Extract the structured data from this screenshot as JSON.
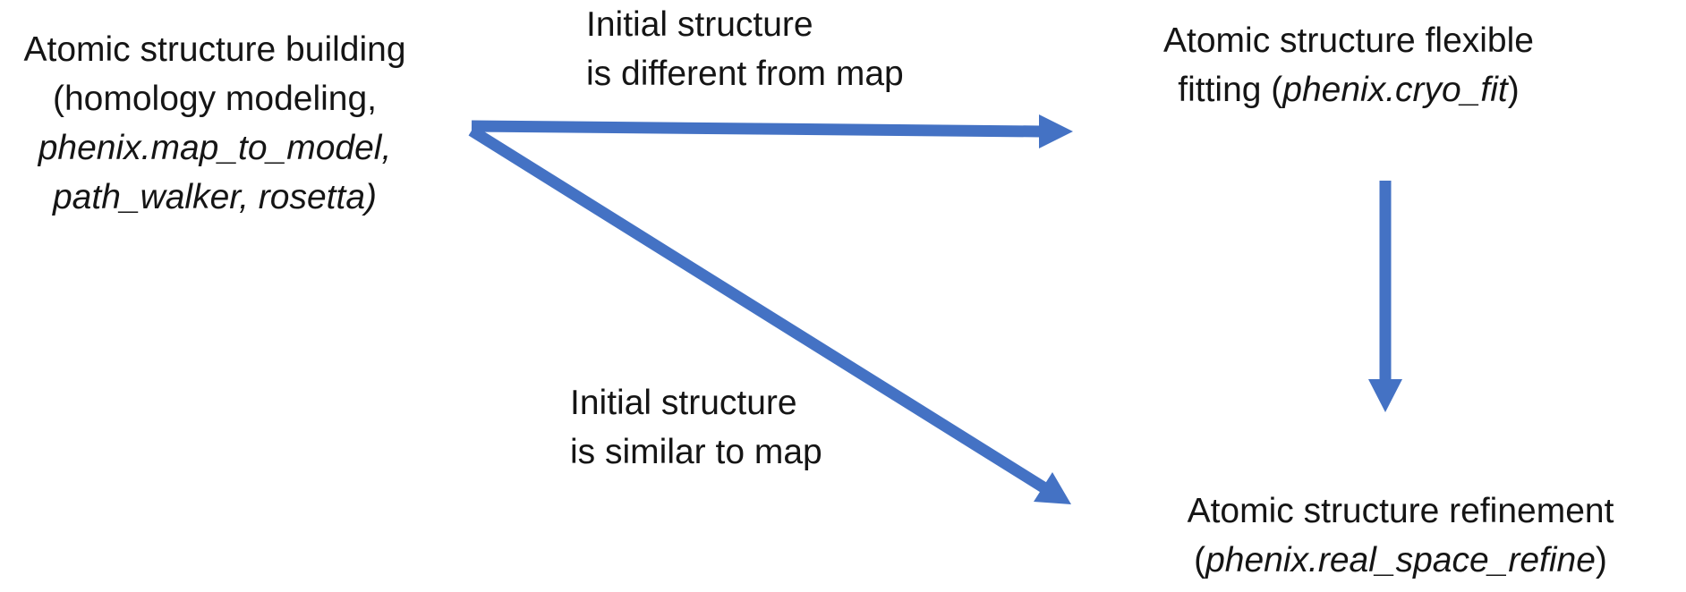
{
  "colors": {
    "arrow": "#4472C4",
    "text": "#151515",
    "background": "#FFFFFF"
  },
  "nodes": {
    "building": {
      "line1": "Atomic structure building",
      "line2": "(homology modeling,",
      "line3_italic": "phenix.map_to_model,",
      "line4_italic": "path_walker, rosetta)"
    },
    "flexible_fitting": {
      "line1": "Atomic structure flexible",
      "line2_prefix": "fitting (",
      "line2_italic": "phenix.cryo_fit",
      "line2_suffix": ")"
    },
    "refinement": {
      "line1": "Atomic structure refinement",
      "line2_prefix": "(",
      "line2_italic": "phenix.real_space_refine",
      "line2_suffix": ")"
    }
  },
  "edge_labels": {
    "different_from_map": {
      "line1": "Initial structure",
      "line2": "is different from map"
    },
    "similar_to_map": {
      "line1": "Initial structure",
      "line2": "is similar to map"
    }
  },
  "edges": [
    {
      "from": "Atomic structure building",
      "to": "Atomic structure flexible fitting",
      "condition": "Initial structure is different from map"
    },
    {
      "from": "Atomic structure building",
      "to": "Atomic structure refinement",
      "condition": "Initial structure is similar to map"
    },
    {
      "from": "Atomic structure flexible fitting",
      "to": "Atomic structure refinement",
      "condition": ""
    }
  ]
}
